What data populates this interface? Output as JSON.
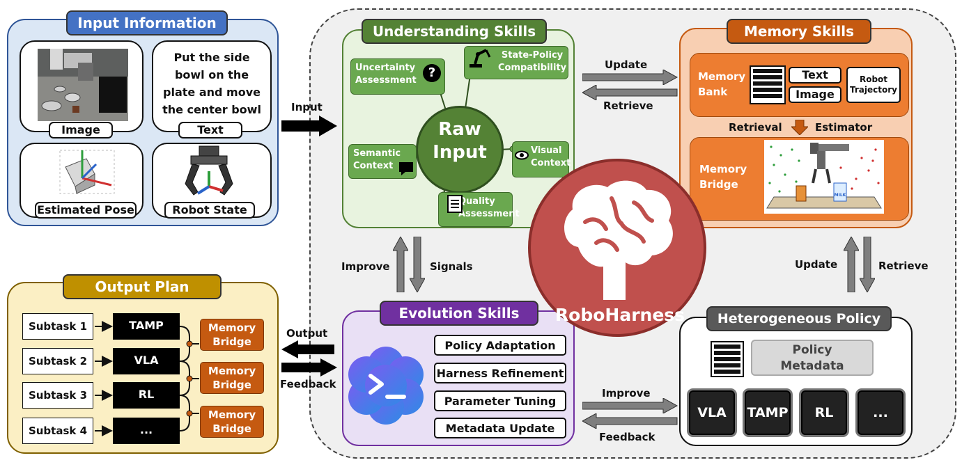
{
  "input_info": {
    "title": "Input Information",
    "image_label": "Image",
    "text_label": "Text",
    "text_body": "Put the side bowl on the plate and move the center bowl to the ...",
    "pose_label": "Estimated Pose",
    "robot_state_label": "Robot State"
  },
  "output_plan": {
    "title": "Output Plan",
    "rows": [
      {
        "subtask": "Subtask 1",
        "method": "TAMP"
      },
      {
        "subtask": "Subtask 2",
        "method": "VLA"
      },
      {
        "subtask": "Subtask 3",
        "method": "RL"
      },
      {
        "subtask": "Subtask 4",
        "method": "..."
      }
    ],
    "memory_bridges": [
      "Memory Bridge",
      "Memory Bridge",
      "Memory Bridge"
    ]
  },
  "understanding": {
    "title": "Understanding Skills",
    "center": "Raw Input",
    "items": [
      "Uncertainty Assessment",
      "State-Policy Compatibility",
      "Semantic Context",
      "Visual Context",
      "Quality Assessment"
    ]
  },
  "memory": {
    "title": "Memory Skills",
    "bank_label": "Memory Bank",
    "text_chip": "Text",
    "image_chip": "Image",
    "trajectory_chip": "Robot Trajectory",
    "retrieval_left": "Retrieval",
    "retrieval_right": "Estimator",
    "bridge_label": "Memory Bridge",
    "milk_label": "MILK"
  },
  "evolution": {
    "title": "Evolution Skills",
    "items": [
      "Policy Adaptation",
      "Harness Refinement",
      "Parameter Tuning",
      "Metadata Update"
    ]
  },
  "hetero": {
    "title": "Heterogeneous Policy",
    "metadata": "Policy Metadata",
    "keys": [
      "VLA",
      "TAMP",
      "RL",
      "..."
    ]
  },
  "center_brand": "RoboHarness",
  "arrows": {
    "input": "Input",
    "update_top": "Update",
    "retrieve_top": "Retrieve",
    "improve_left": "Improve",
    "signals": "Signals",
    "update_right": "Update",
    "retrieve_right": "Retrieve",
    "output": "Output",
    "feedback_left": "Feedback",
    "improve_bottom": "Improve",
    "feedback_bottom": "Feedback"
  },
  "colors": {
    "input_blue": "#dbe7f5",
    "understanding_green": "#e8f3df",
    "memory_orange": "#f8cfb2",
    "evolution_purple": "#e9e0f5",
    "output_yellow": "#fbefc4",
    "brand_red": "#c0504d"
  }
}
